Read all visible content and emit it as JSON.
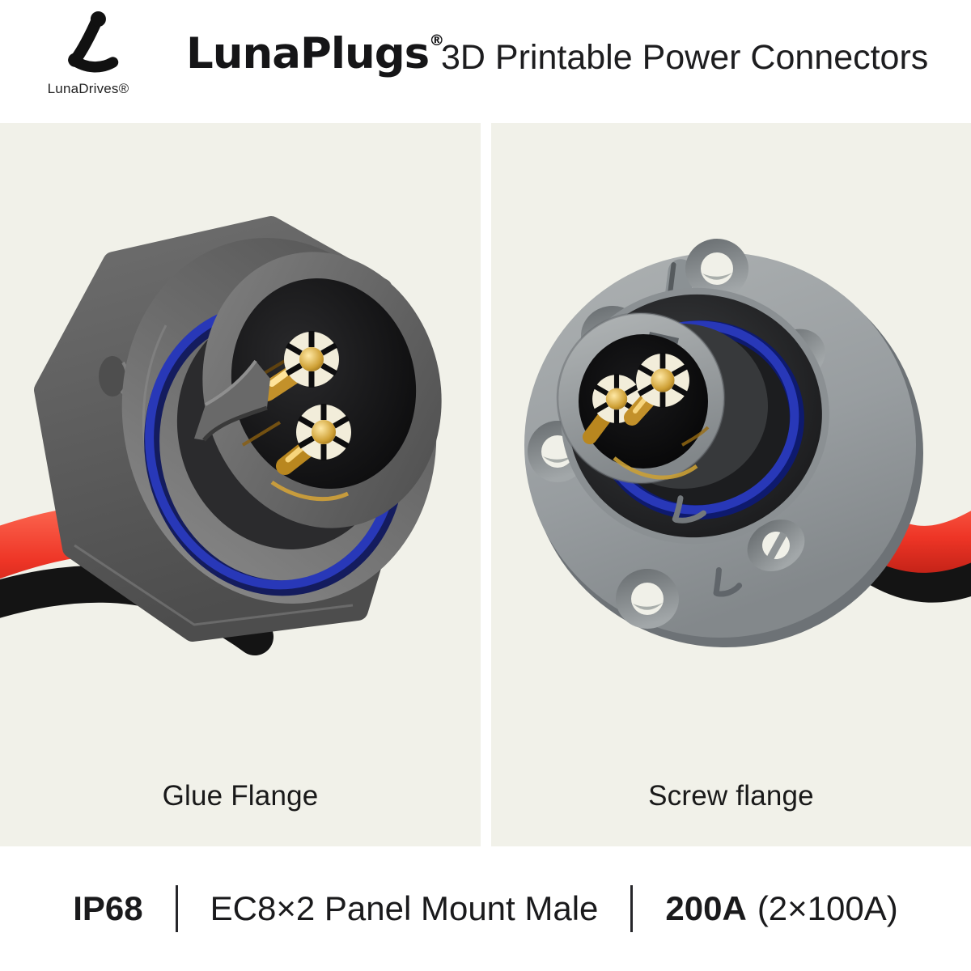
{
  "header": {
    "brand": {
      "logo": "lunadrives-logo",
      "label": "LunaDrives®"
    },
    "wordmark": {
      "text": "LunaPlugs",
      "registered": "®"
    },
    "title": "3D Printable Power Connectors"
  },
  "panels": {
    "left": {
      "caption": "Glue Flange",
      "image": "glue-flange-connector-render"
    },
    "right": {
      "caption": "Screw flange",
      "image": "screw-flange-connector-render"
    }
  },
  "footer": {
    "rating": "IP68",
    "model": "EC8×2 Panel Mount Male",
    "current": "200A",
    "current_detail": "(2×100A)",
    "separator": "|"
  },
  "colors": {
    "page_background": "#FFFFFF",
    "panel_background": "#F1F1E9",
    "text": "#1B1B1D",
    "wire_red": "#EF3A2D",
    "wire_black": "#141414",
    "o_ring_blue": "#2838B8",
    "connector_dark_gray": "#646464",
    "connector_light_gray": "#9BA0A2",
    "pin_gold": "#D9A23B",
    "pin_crown_white": "#F2EDDA"
  }
}
